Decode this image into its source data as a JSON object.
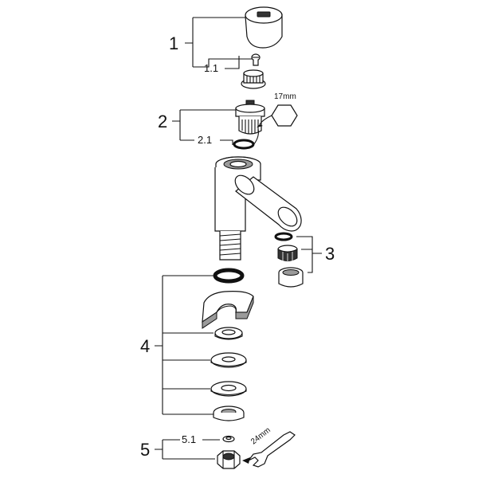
{
  "labels": {
    "l1": "1",
    "l1_1": "1.1",
    "l2": "2",
    "l2_1": "2.1",
    "l3": "3",
    "l4": "4",
    "l5": "5",
    "l5_1": "5.1"
  },
  "tool_sizes": {
    "hex_17": "17mm",
    "wrench_24": "24mm"
  }
}
